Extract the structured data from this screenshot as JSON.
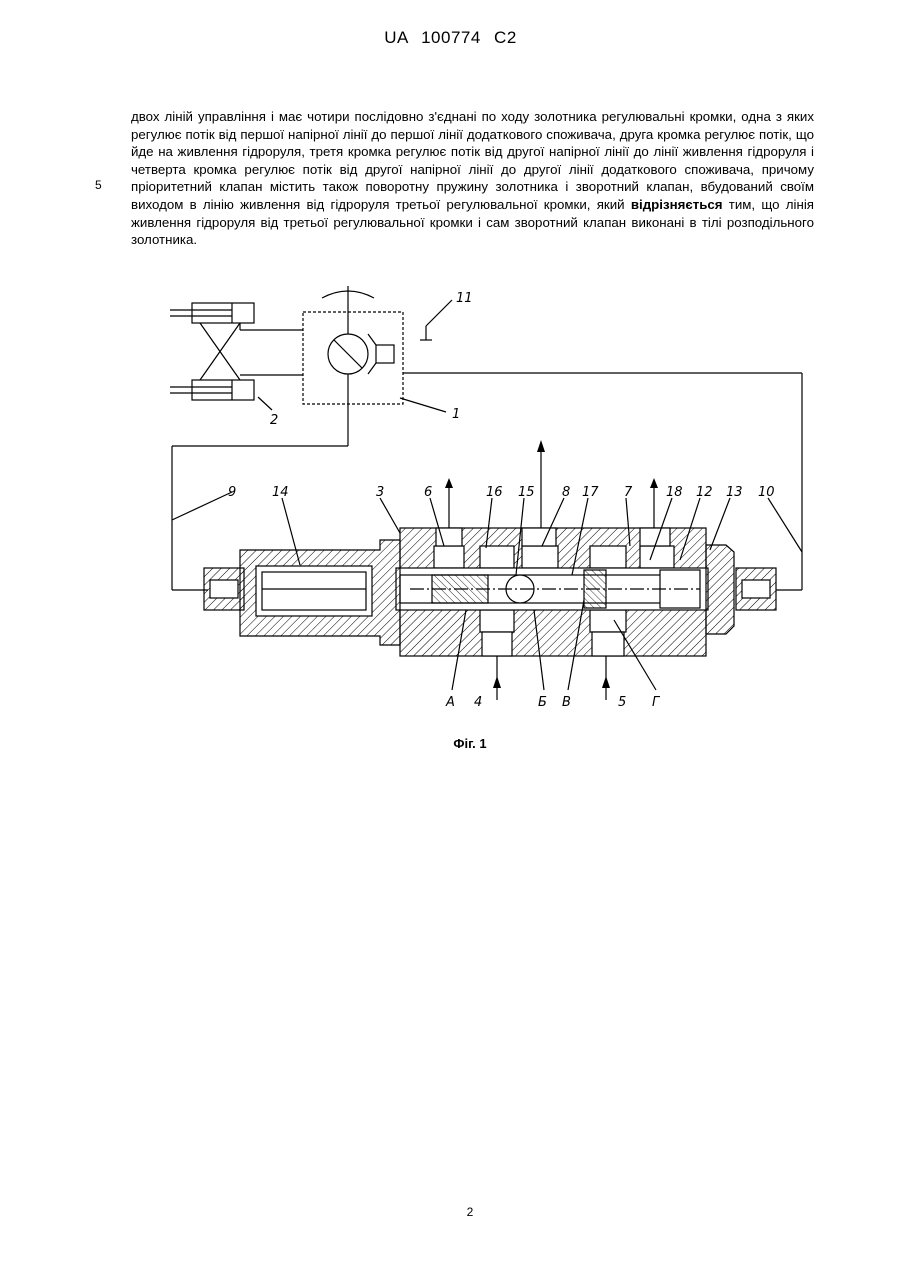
{
  "header": {
    "patent_id": "UA   100774   C2"
  },
  "line_number": "5",
  "body": {
    "text_before_bold": "двох ліній управління і має чотири послідовно з'єднані по ходу золотника регулювальні кромки, одна з яких регулює потік від першої напірної лінії до першої лінії додаткового споживача, друга кромка регулює потік, що йде на живлення гідроруля, третя кромка регулює потік від другої напірної лінії до лінії живлення гідроруля і четверта кромка регулює потік від другої напірної лінії до другої лінії додаткового споживача, причому пріоритетний клапан містить також поворотну пружину золотника і зворотний клапан, вбудований своїм виходом в лінію живлення від гідроруля третьої регулювальної кромки, який",
    "bold_word": "відрізняється",
    "text_after_bold": " тим, що лінія живлення гідроруля від третьої регулювальної кромки і сам зворотний клапан виконані в тілі розподільного золотника."
  },
  "figure": {
    "labels": {
      "n1": "1",
      "n2": "2",
      "n3": "3",
      "n4": "4",
      "n5": "5",
      "n6": "6",
      "n7": "7",
      "n8": "8",
      "n9": "9",
      "n10": "10",
      "n11": "11",
      "n12": "12",
      "n13": "13",
      "n14": "14",
      "n15": "15",
      "n16": "16",
      "n17": "17",
      "n18": "18",
      "A": "А",
      "B": "Б",
      "V": "В",
      "G": "Г"
    },
    "caption": "Фіг. 1"
  },
  "page_number": "2"
}
